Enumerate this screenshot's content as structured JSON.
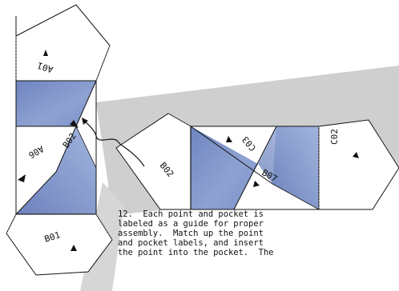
{
  "colors": {
    "shadow": "#cfcfcf",
    "blue_panel": "#7f94c9",
    "blue_light": "#a9bde0",
    "outline": "#111111",
    "dashed": "#666666"
  },
  "labels": {
    "a01": "A01",
    "a06": "A06",
    "b02_left": "B02",
    "b01": "B01",
    "b02_mid": "B02",
    "c03": "C03",
    "b07": "B07",
    "c02": "C02"
  },
  "caption_lines": [
    "12.  Each point and pocket is",
    "labeled as a guide for proper",
    "assembly.  Match up the point",
    "and pocket labels, and insert",
    "the point into the pocket.  The"
  ]
}
